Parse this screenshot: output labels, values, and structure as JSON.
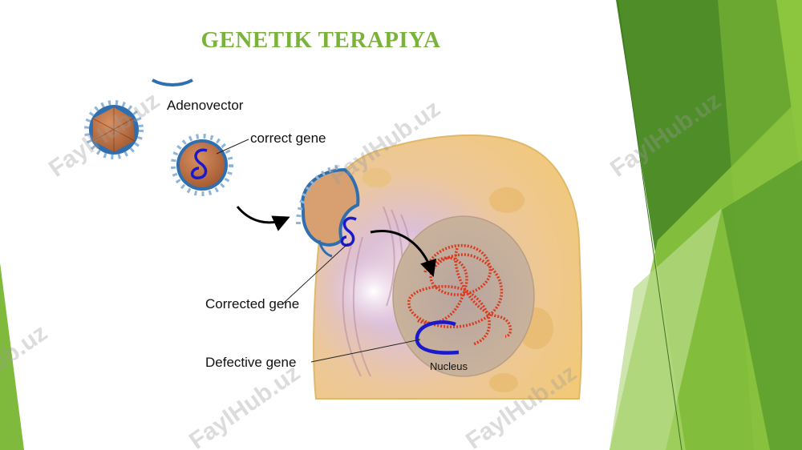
{
  "slide": {
    "title": "GENETIK TERAPIYA",
    "colors": {
      "title": "#7ab33a",
      "accent_green_dark": "#4e8d28",
      "accent_green_light": "#8cc63f",
      "cell": "#f2cf86",
      "nucleus": "#c9b4a0",
      "dna_red": "#d93a1c",
      "gene_blue": "#1a1acc"
    }
  },
  "diagram": {
    "labels": {
      "adenovector": "Adenovector",
      "correct_gene": "correct gene",
      "corrected_gene": "Corrected gene",
      "defective_gene": "Defective gene",
      "nucleus": "Nucleus"
    }
  },
  "watermark": {
    "text": "FaylHub.uz"
  }
}
